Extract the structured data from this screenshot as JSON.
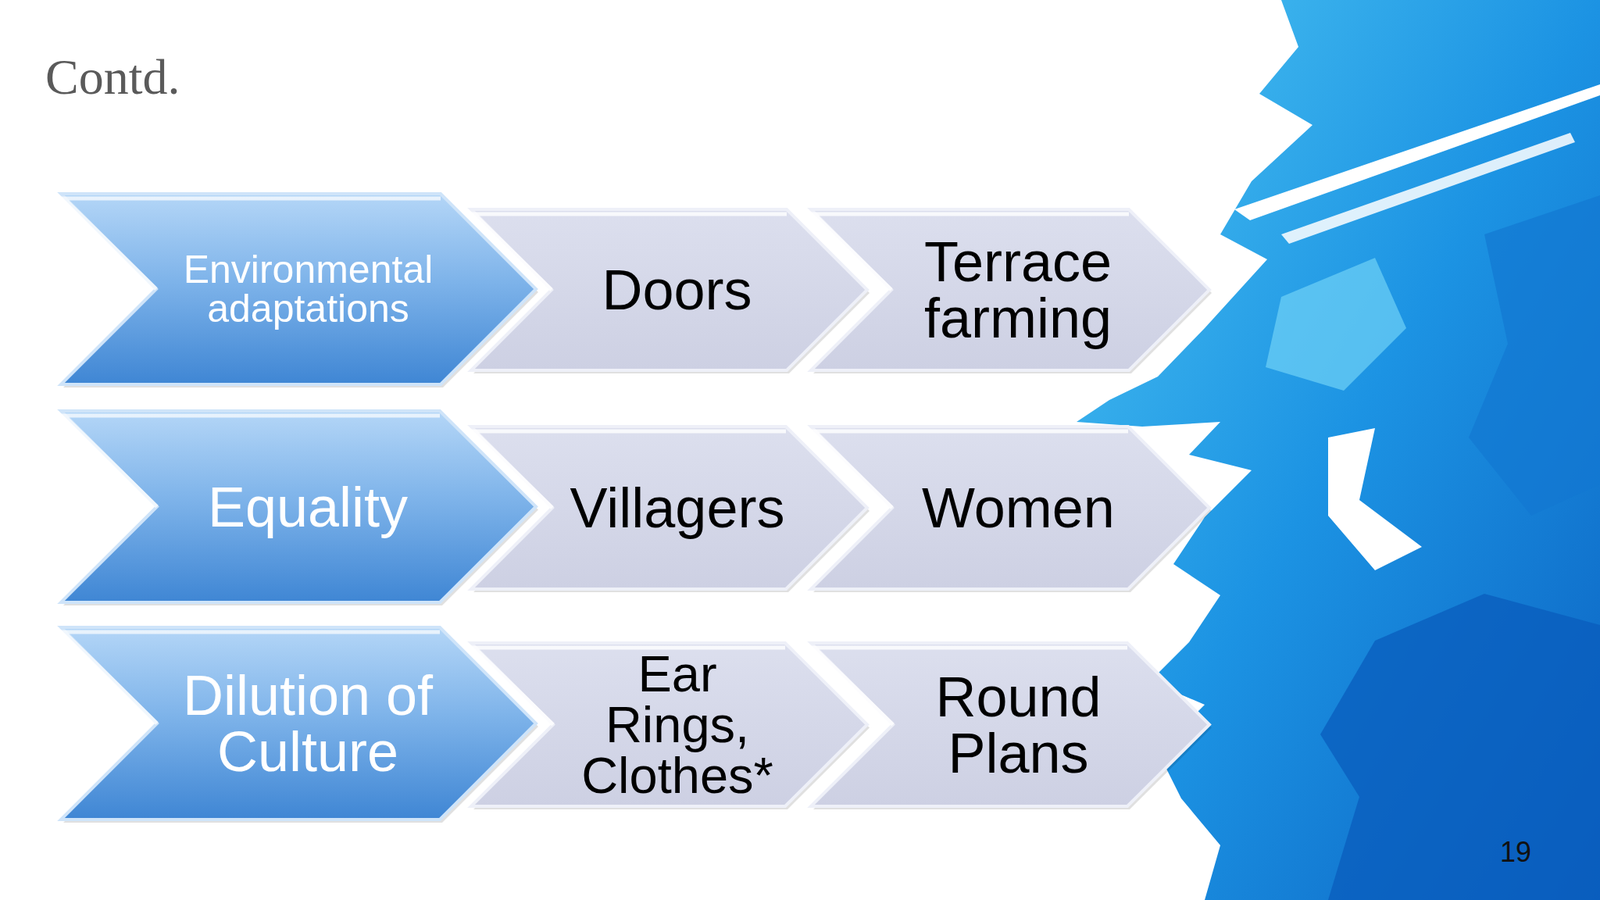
{
  "diagram": {
    "title": "Contd.",
    "nodes": [
      {
        "text": [
          "Environmental adaptations"
        ]
      },
      {
        "text": [
          "Doors"
        ]
      },
      {
        "text": [
          "Terrace farming"
        ]
      },
      {
        "text": [
          "Equality"
        ]
      },
      {
        "text": [
          "Villagers"
        ]
      },
      {
        "text": [
          "Women"
        ]
      },
      {
        "text": [
          "Dilution of Culture"
        ]
      },
      {
        "text": [
          "Ear Rings, Clothes*"
        ]
      },
      {
        "text": [
          "Round Plans"
        ]
      }
    ],
    "labels": [
      "19"
    ]
  }
}
